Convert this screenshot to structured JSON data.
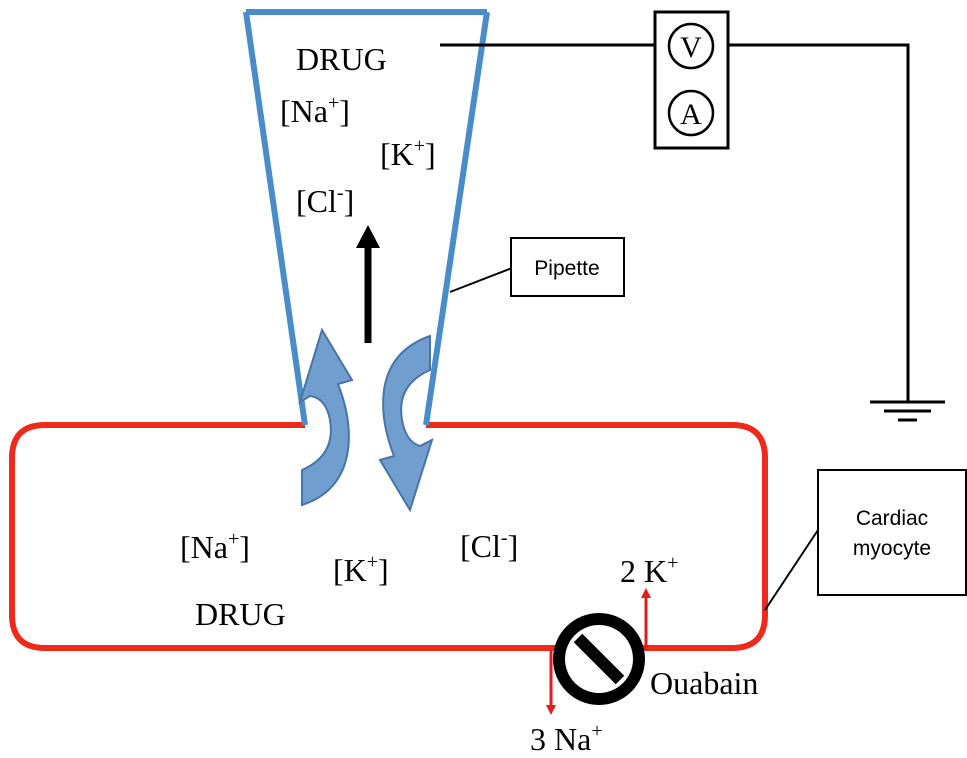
{
  "pipette": {
    "drug": "DRUG",
    "na": "[Na",
    "na_sup": "+",
    "k": "[K",
    "k_sup": "+",
    "cl": "[Cl",
    "cl_sup": "-",
    "close": "]",
    "callout": "Pipette"
  },
  "meter": {
    "voltmeter": "V",
    "ammeter": "A"
  },
  "cell": {
    "na": "[Na",
    "na_sup": "+",
    "k": "[K",
    "k_sup": "+",
    "cl": "[Cl",
    "cl_sup": "-",
    "close": "]",
    "drug": "DRUG",
    "callout_line1": "Cardiac",
    "callout_line2": "myocyte"
  },
  "pump": {
    "k_out": "2 K",
    "k_sup": "+",
    "na_in": "3 Na",
    "na_sup": "+",
    "inhibitor": "Ouabain"
  },
  "colors": {
    "pipette": "#4A8CC8",
    "membrane": "#EE2B1A",
    "pump_arrows": "#E01E1E",
    "flow_arrow_light": "#6F9ECF",
    "flow_arrow_dark": "#4A73A6"
  }
}
